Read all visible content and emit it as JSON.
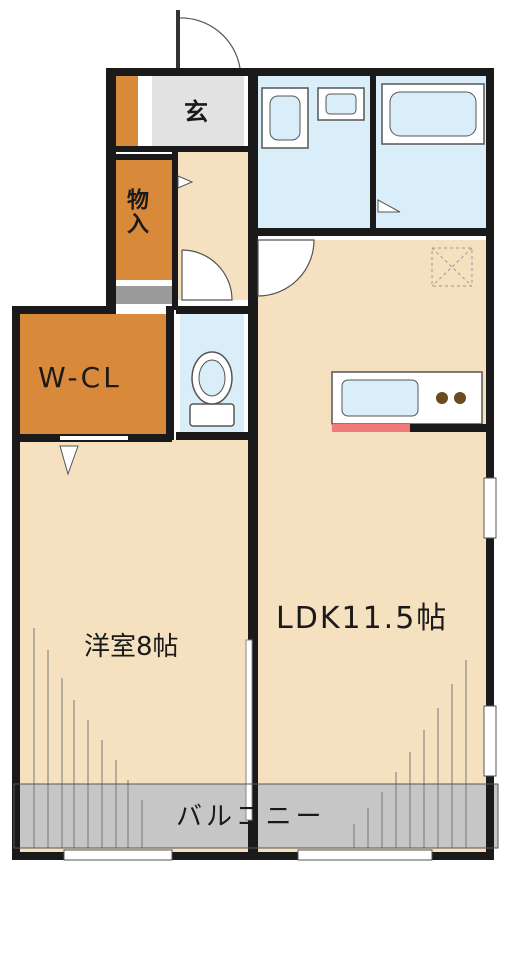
{
  "rooms": {
    "entrance": "玄",
    "storage": "物入",
    "walk_in_closet": "W-CL",
    "bedroom": "洋室8帖",
    "ldk": "LDK11.5帖",
    "balcony": "バルコニー"
  },
  "colors": {
    "floor": "#f5e1bf",
    "storage": "#d9893a",
    "wet_area": "#d9eef8",
    "balcony": "#c6c6c6",
    "entrance": "#e2e2e2",
    "wall": "#1a1a1a",
    "counter": "#f07a7a"
  }
}
